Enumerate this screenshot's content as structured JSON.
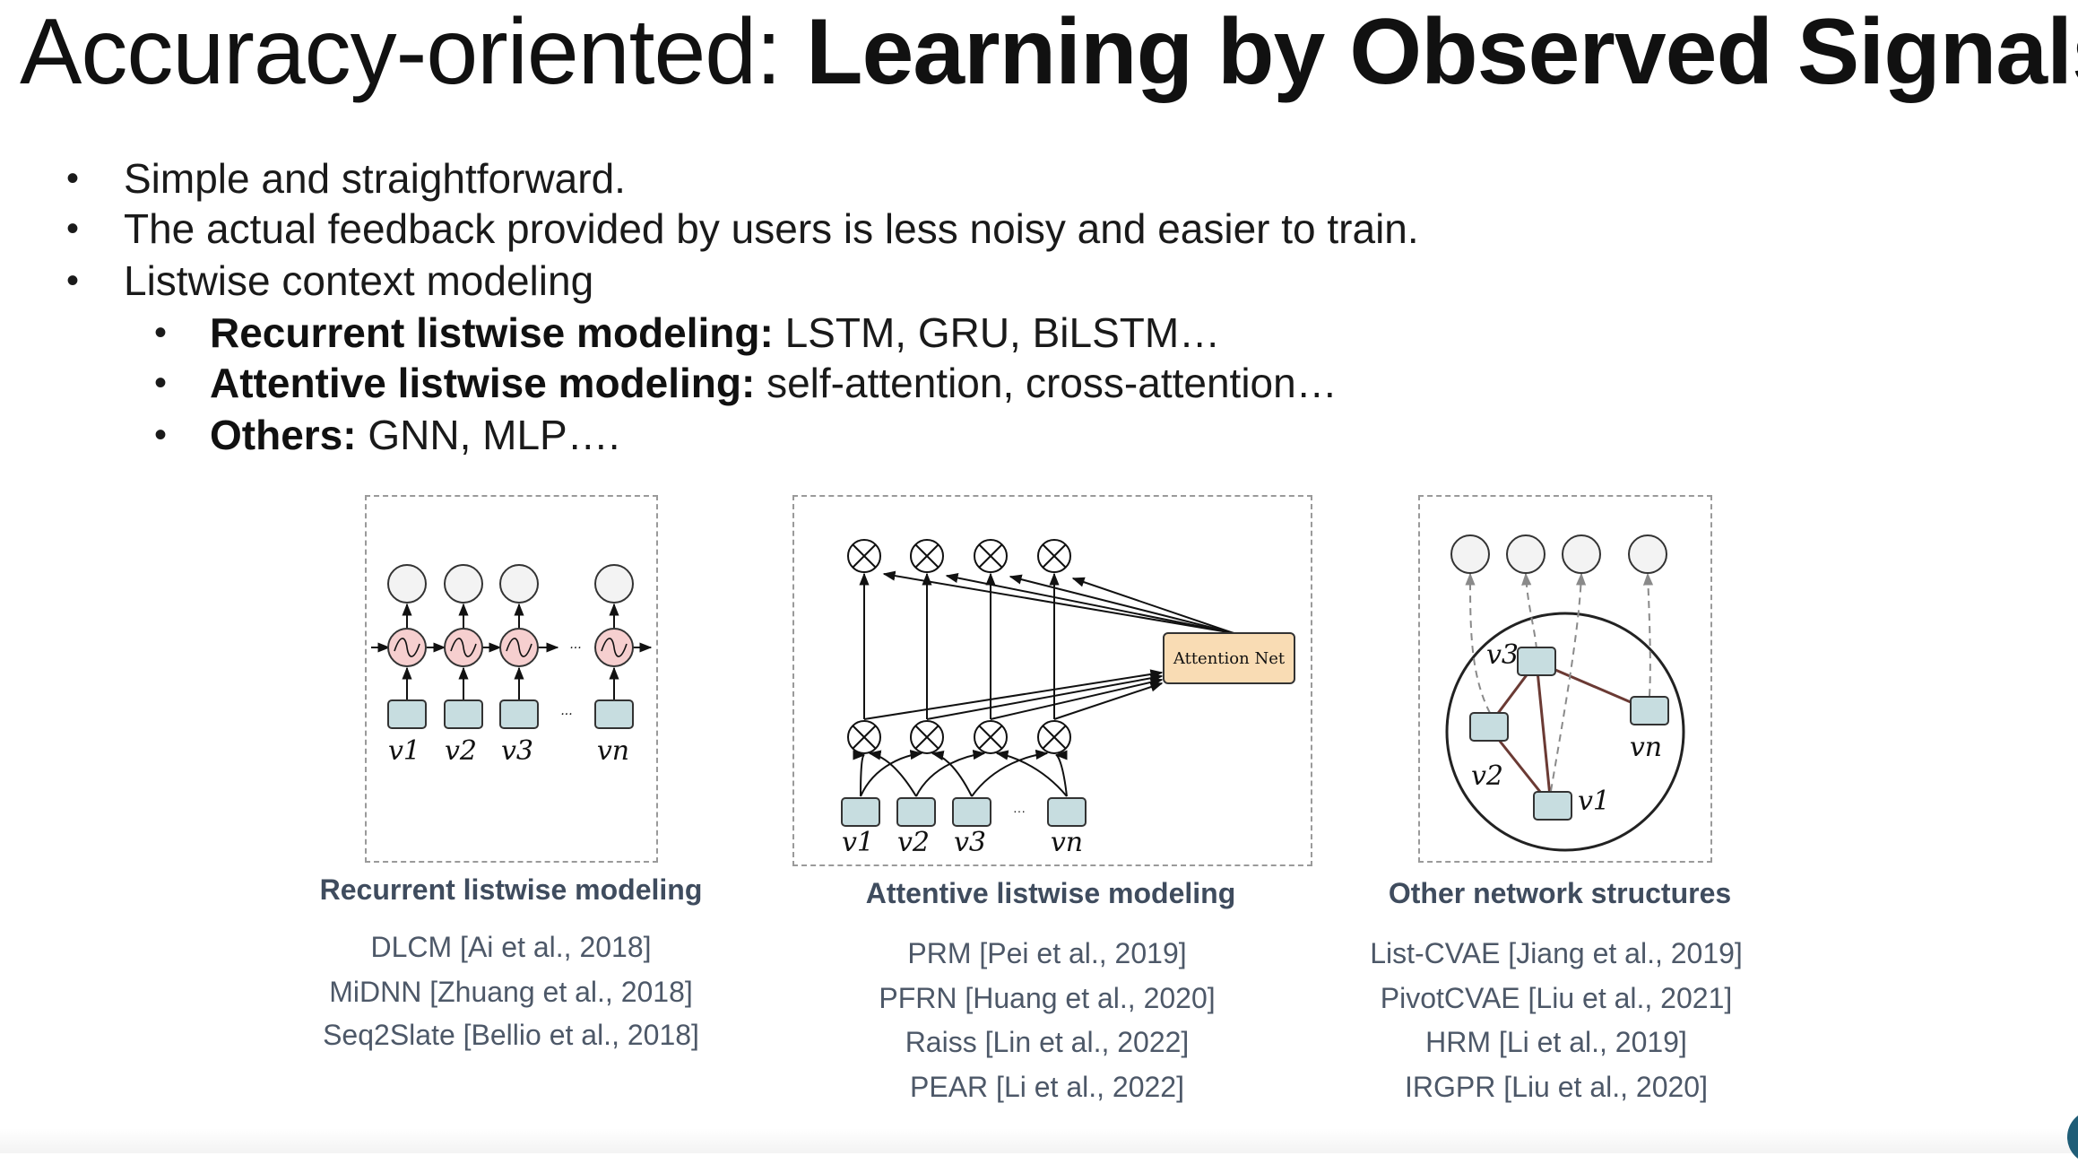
{
  "title": {
    "prefix": "Accuracy-oriented: ",
    "bold": "Learning by Observed Signals"
  },
  "bullets": [
    {
      "text": "Simple and straightforward."
    },
    {
      "text": "The actual feedback provided by users is less noisy and easier to train."
    },
    {
      "text": "Listwise context modeling"
    }
  ],
  "sub_bullets": [
    {
      "bold": "Recurrent listwise modeling:",
      "text": " LSTM, GRU, BiLSTM…"
    },
    {
      "bold": "Attentive listwise modeling:",
      "text": " self-attention, cross-attention…"
    },
    {
      "bold": "Others:",
      "text": " GNN, MLP…."
    }
  ],
  "bullet_glyph": "•",
  "diagrams": {
    "recurrent": {
      "labels": [
        "v1",
        "v2",
        "v3",
        "vn"
      ],
      "ellipsis": "···",
      "caption": "Recurrent listwise modeling",
      "refs": [
        "DLCM [Ai et al., 2018]",
        "MiDNN [Zhuang et al., 2018]",
        "Seq2Slate [Bellio et al., 2018]"
      ]
    },
    "attentive": {
      "labels": [
        "v1",
        "v2",
        "v3",
        "vn"
      ],
      "ellipsis": "···",
      "attention_label": "Attention Net",
      "caption": "Attentive listwise modeling",
      "refs": [
        "PRM [Pei et al., 2019]",
        "PFRN [Huang et al., 2020]",
        "Raiss [Lin et al., 2022]",
        "PEAR [Li et al., 2022]"
      ]
    },
    "other": {
      "labels": [
        "v3",
        "v2",
        "vn",
        "v1"
      ],
      "caption": "Other network structures",
      "refs": [
        "List-CVAE [Jiang et al., 2019]",
        "PivotCVAE [Liu et al., 2021]",
        "HRM [Li et al., 2019]",
        "IRGPR [Liu et al., 2020]"
      ]
    }
  },
  "colors": {
    "node_box": "#c7dde0",
    "rnn_cell": "#f6cfcf",
    "attention_box": "#f9dcb4",
    "output_circle": "#f3f3f3",
    "graph_edge": "#6b3a34",
    "caption": "#3f4c5e",
    "ref_text": "#4d5868"
  },
  "icons": [
    "bullet-dot-icon",
    "multiply-circle-icon",
    "sine-wave-icon",
    "arrow-icon"
  ]
}
